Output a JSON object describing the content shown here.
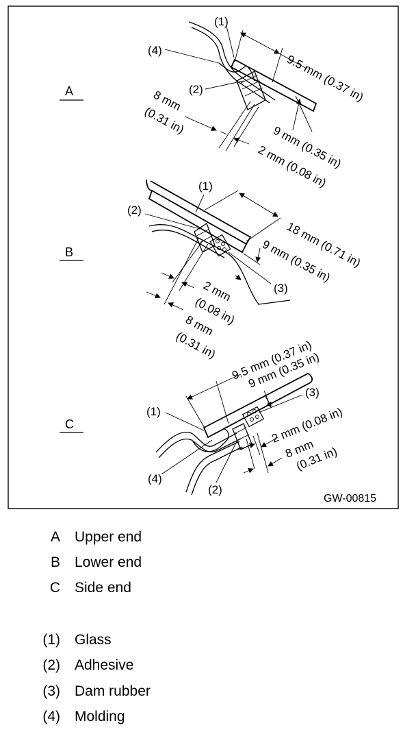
{
  "figure": {
    "code": "GW-00815",
    "sections": [
      {
        "letter": "A",
        "callouts": [
          "(1)",
          "(4)",
          "(2)"
        ],
        "dims": [
          "9.5 mm (0.37 in)",
          "8 mm",
          "(0.31 in)",
          "9 mm (0.35 in)",
          "2 mm (0.08 in)"
        ]
      },
      {
        "letter": "B",
        "callouts": [
          "(1)",
          "(2)",
          "(3)"
        ],
        "dims": [
          "18 mm (0.71 in)",
          "9 mm (0.35 in)",
          "2 mm",
          "(0.08 in)",
          "8 mm",
          "(0.31 in)"
        ]
      },
      {
        "letter": "C",
        "callouts": [
          "(1)",
          "(3)",
          "(4)",
          "(2)"
        ],
        "dims": [
          "9.5 mm (0.37 in)",
          "9 mm (0.35 in)",
          "2 mm (0.08 in)",
          "8 mm",
          "(0.31 in)"
        ]
      }
    ]
  },
  "legend": {
    "sections": [
      {
        "key": "A",
        "text": "Upper end"
      },
      {
        "key": "B",
        "text": "Lower end"
      },
      {
        "key": "C",
        "text": "Side end"
      }
    ],
    "parts": [
      {
        "key": "(1)",
        "text": "Glass"
      },
      {
        "key": "(2)",
        "text": "Adhesive"
      },
      {
        "key": "(3)",
        "text": "Dam rubber"
      },
      {
        "key": "(4)",
        "text": "Molding"
      }
    ]
  }
}
